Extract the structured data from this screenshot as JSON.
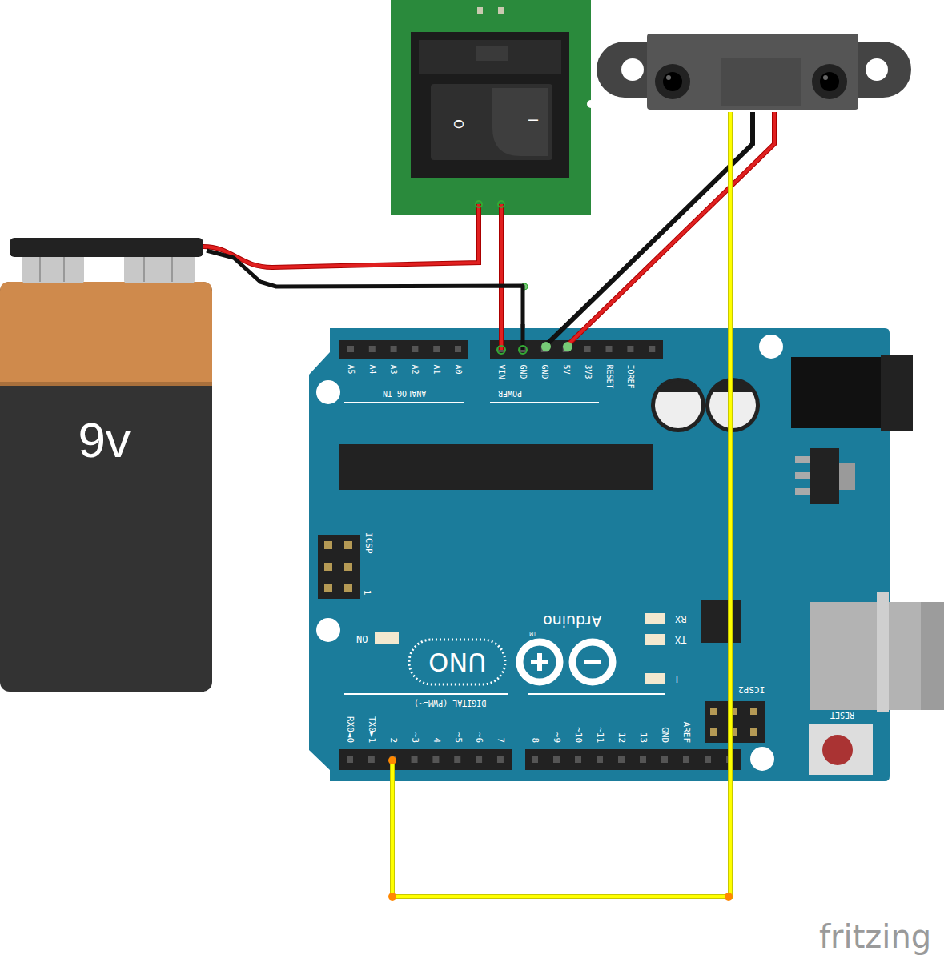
{
  "diagram": {
    "nodes": [
      {
        "text": [
          "9v"
        ]
      },
      {
        "text": [
          "A5",
          "A4",
          "A3",
          "A2",
          "A1",
          "A0",
          "VIN",
          "GND",
          "GND",
          "5V",
          "3V3",
          "RESET",
          "IOREF",
          "ANALOG IN",
          "POWER",
          "ICSP",
          "1",
          "RX",
          "Arduino",
          "TM",
          "TX",
          "ON",
          "UNO",
          "L",
          "ICSP2",
          "DIGITAL (PWM=~)",
          "RX0◄0",
          "TX0►1",
          "2",
          "~3",
          "4",
          "~5",
          "~6",
          "7",
          "8",
          "~9",
          "~10",
          "~11",
          "12",
          "13",
          "GND",
          "AREF",
          "RESET"
        ]
      }
    ],
    "edges": [
      {
        "from": 0,
        "to": 1,
        "arrow": "none"
      }
    ],
    "labels": [
      "O",
      "I",
      "fritzing"
    ]
  }
}
